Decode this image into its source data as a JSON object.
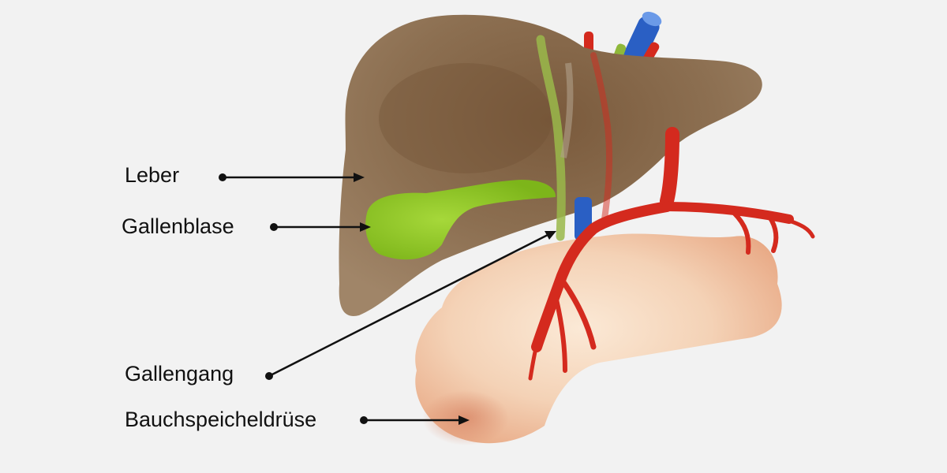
{
  "labels": {
    "liver": "Leber",
    "gallbladder": "Gallenblase",
    "bile_duct": "Gallengang",
    "pancreas": "Bauchspeicheldrüse"
  },
  "colors": {
    "background": "#f2f2f2",
    "liver": "#8a6c4e",
    "gallbladder": "#8cc21e",
    "artery": "#d42a1e",
    "vein": "#2a5fc4",
    "pancreas": "#f2c9a8",
    "pointer": "#111111"
  }
}
